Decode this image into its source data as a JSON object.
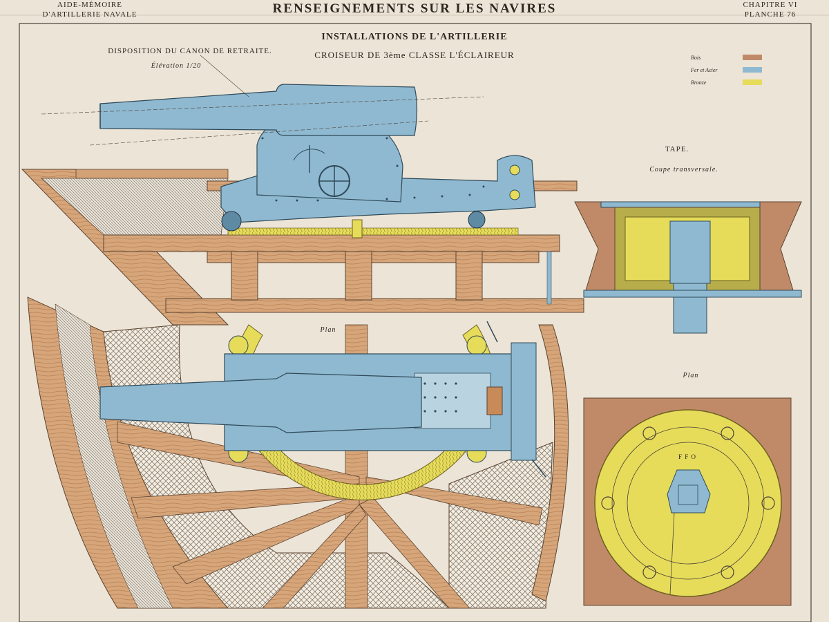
{
  "header": {
    "left_line1": "AIDE-MÉMOIRE",
    "left_line2": "D'ARTILLERIE NAVALE",
    "center_title": "RENSEIGNEMENTS SUR LES NAVIRES",
    "right_line1": "CHAPITRE VI",
    "right_line2": "PLANCHE 76"
  },
  "plate": {
    "title_line1": "INSTALLATIONS DE L'ARTILLERIE",
    "title_line2": "CROISEUR DE 3ème CLASSE L'ÉCLAIREUR",
    "subtitle_left": "DISPOSITION DU CANON DE RETRAITE.",
    "elevation_label": "Élévation 1/20"
  },
  "legend": {
    "items": [
      {
        "label": "Bois",
        "color": "#c08a68"
      },
      {
        "label": "Fer et Acier",
        "color": "#8fb9d0"
      },
      {
        "label": "Bronze",
        "color": "#e6dc5a"
      }
    ]
  },
  "views": {
    "tape_title": "TAPE.",
    "tape_subtitle": "Coupe transversale.",
    "plan_gun": "Plan",
    "plan_tape": "Plan",
    "tape_marks": "F F O"
  },
  "colors": {
    "paper": "#ece4d6",
    "wood": "#d2a175",
    "wood_dark": "#b47a52",
    "steel": "#8fb9d0",
    "steel_dark": "#5e8aa4",
    "bronze": "#e6dc5a",
    "ink": "#2c2620"
  }
}
